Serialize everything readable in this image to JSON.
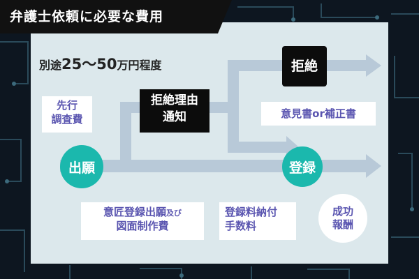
{
  "title": "弁護士依頼に必要な費用",
  "note": {
    "prefix": "別途",
    "range": "25〜50",
    "suffix": "万円程度"
  },
  "nodes": {
    "shutsugan": "出願",
    "toroku": "登録",
    "kyozetsu_riyu_line1": "拒絶理由",
    "kyozetsu_riyu_line2": "通知",
    "kyozetsu": "拒絶"
  },
  "costs": {
    "senko_line1": "先行",
    "senko_line2": "調査費",
    "ikensho": "意見書or補正書",
    "isho_line1_main": "意匠登録出願",
    "isho_line1_small": "及び",
    "isho_line2": "図面制作費",
    "torokuryo_line1": "登録料納付",
    "torokuryo_line2": "手数料",
    "seiko_line1": "成功",
    "seiko_line2": "報酬"
  },
  "colors": {
    "teal": "#1bb8ad",
    "purple_text": "#5a55b0",
    "arrow": "#b8c9d8",
    "panel": "#dce8ec"
  }
}
